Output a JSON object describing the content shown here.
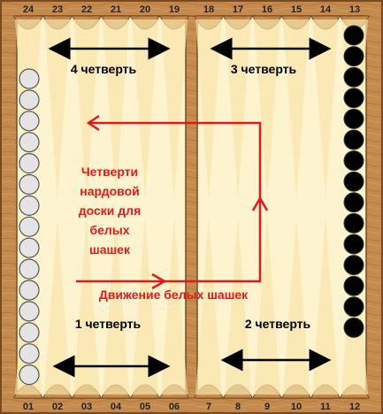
{
  "top_numbers": [
    "24",
    "23",
    "22",
    "21",
    "20",
    "19",
    "18",
    "17",
    "16",
    "15",
    "14",
    "13"
  ],
  "bottom_numbers": [
    "01",
    "02",
    "03",
    "04",
    "05",
    "06",
    "7",
    "8",
    "9",
    "10",
    "11",
    "12"
  ],
  "quarter_labels": {
    "q4": "4 четверть",
    "q3": "3 четверть",
    "q1": "1 четверть",
    "q2": "2 четверть"
  },
  "caption_lines": [
    "Четверти",
    "нардовой",
    "доски для",
    "белых",
    "шашек"
  ],
  "movement_label": "Движение белых шашек",
  "white_checkers_count": 15,
  "black_checkers_count": 15,
  "colors": {
    "wood": "#C48A4E",
    "playfield": "#FDF3CF",
    "triangle": "#F8E4A8",
    "arrow_red": "#E01A1A",
    "white_checker": "#E4E4E4",
    "black_checker": "#000000"
  }
}
